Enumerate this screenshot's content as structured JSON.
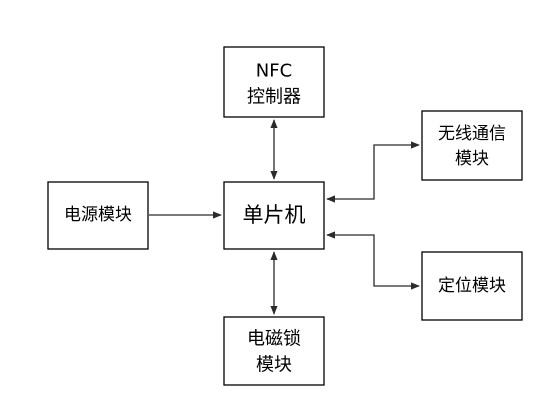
{
  "diagram": {
    "nodes": {
      "nfc": {
        "lines": [
          "NFC",
          "控制器"
        ]
      },
      "mcu": {
        "lines": [
          "单片机"
        ]
      },
      "power": {
        "lines": [
          "电源模块"
        ]
      },
      "wireless": {
        "lines": [
          "无线通信",
          "模块"
        ]
      },
      "locate": {
        "lines": [
          "定位模块"
        ]
      },
      "lock": {
        "lines": [
          "电磁锁",
          "模块"
        ]
      }
    },
    "edges": [
      {
        "from": "power",
        "to": "mcu",
        "direction": "forward"
      },
      {
        "from": "nfc",
        "to": "mcu",
        "direction": "both"
      },
      {
        "from": "lock",
        "to": "mcu",
        "direction": "both"
      },
      {
        "from": "mcu",
        "to": "wireless",
        "direction": "both"
      },
      {
        "from": "mcu",
        "to": "locate",
        "direction": "both"
      }
    ]
  }
}
